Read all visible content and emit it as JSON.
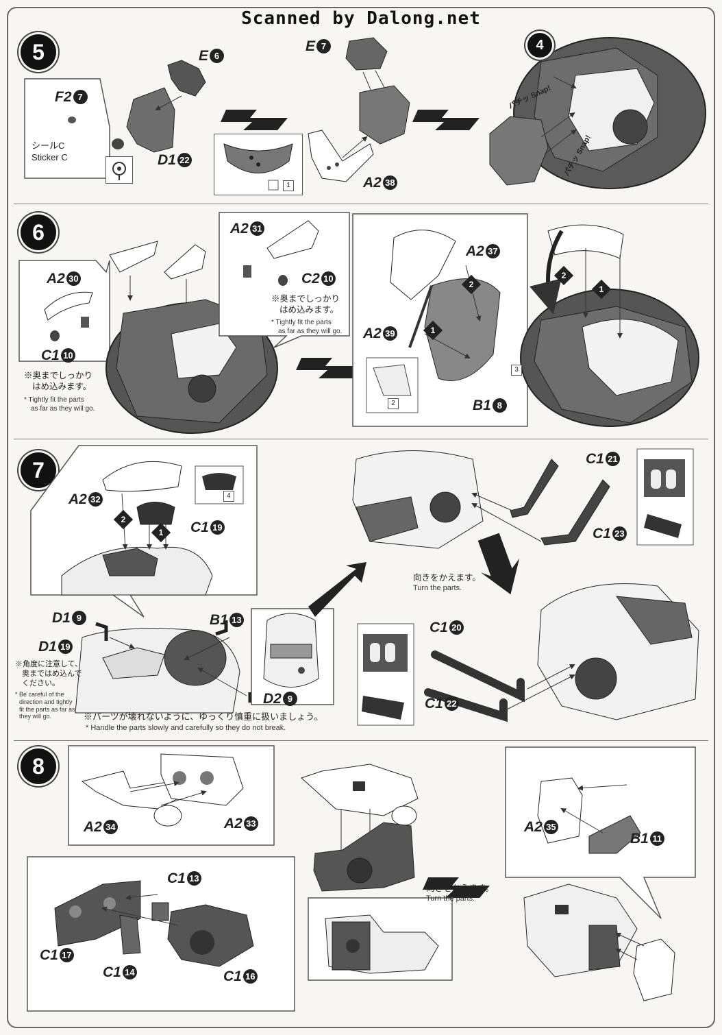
{
  "watermark": "Scanned by Dalong.net",
  "steps": {
    "s5": {
      "num": "5"
    },
    "s6": {
      "num": "6"
    },
    "s7": {
      "num": "7"
    },
    "s8": {
      "num": "8"
    }
  },
  "parts": {
    "E6": "E",
    "E6c": "6",
    "E7": "E",
    "E7c": "7",
    "F27": "F2",
    "F27c": "7",
    "D122": "D1",
    "D122c": "22",
    "A238": "A2",
    "A238c": "38",
    "A231": "A2",
    "A231c": "31",
    "C210": "C2",
    "C210c": "10",
    "A230": "A2",
    "A230c": "30",
    "C110": "C1",
    "C110c": "10",
    "A237": "A2",
    "A237c": "37",
    "A239": "A2",
    "A239c": "39",
    "B18": "B1",
    "B18c": "8",
    "A232": "A2",
    "A232c": "32",
    "C119": "C1",
    "C119c": "19",
    "C121": "C1",
    "C121c": "21",
    "C123": "C1",
    "C123c": "23",
    "D19": "D1",
    "D19c": "9",
    "D119": "D1",
    "D119c": "19",
    "B113": "B1",
    "B113c": "13",
    "D29": "D2",
    "D29c": "9",
    "C120": "C1",
    "C120c": "20",
    "C122": "C1",
    "C122c": "22",
    "A234": "A2",
    "A234c": "34",
    "A233": "A2",
    "A233c": "33",
    "A235": "A2",
    "A235c": "35",
    "B111": "B1",
    "B111c": "11",
    "C113": "C1",
    "C113c": "13",
    "C117": "C1",
    "C117c": "17",
    "C114": "C1",
    "C114c": "14",
    "C116": "C1",
    "C116c": "16"
  },
  "texts": {
    "sticker_jp": "シールC",
    "sticker_en": "Sticker C",
    "snap1_jp": "パチッ",
    "snap1_en": "Snap!",
    "snap2_jp": "パチッ",
    "snap2_en": "Snap!",
    "fit_jp_a": "※奥までしっかり",
    "fit_jp_b": "はめ込みます。",
    "fit_en_a": "* Tightly fit the parts",
    "fit_en_b": "as far as they will go.",
    "fit2_jp_a": "※奥までしっかり",
    "fit2_jp_b": "はめ込みます。",
    "fit2_en_a": "* Tightly fit the parts",
    "fit2_en_b": "as far as they will go.",
    "turn_jp": "向きをかえます。",
    "turn_en": "Turn the parts.",
    "turn2_jp": "向きをかえます。",
    "turn2_en": "Turn the parts.",
    "angle_jp_a": "※角度に注意して、",
    "angle_jp_b": "奥まではめ込んで",
    "angle_jp_c": "ください。",
    "angle_en_a": "* Be careful of the",
    "angle_en_b": "direction and tightly",
    "angle_en_c": "fit the parts as far as",
    "angle_en_d": "they will go.",
    "handle_jp": "※パーツが壊れないように、ゆっくり慎重に扱いましょう。",
    "handle_en": "* Handle the parts slowly and carefully so they do not break."
  },
  "orders": {
    "o1": "1",
    "o2": "2"
  },
  "tags": {
    "t1": "1",
    "t2": "2",
    "t3": "3",
    "t4": "4"
  },
  "badge": "4"
}
